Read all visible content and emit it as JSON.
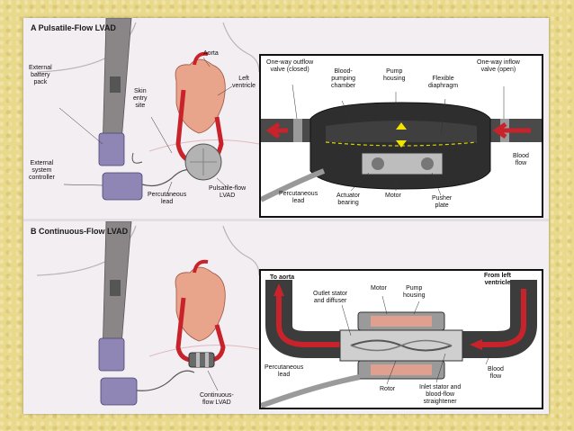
{
  "panel_a": {
    "title": "A Pulsatile-Flow LVAD",
    "labels": {
      "external_battery_pack": "External\nbattery\npack",
      "skin_entry_site": "Skin\nentry\nsite",
      "aorta": "Aorta",
      "left_ventricle": "Left\nventricle",
      "external_system_controller": "External\nsystem\ncontroller",
      "percutaneous_lead": "Percutaneous\nlead",
      "pulsatile_flow_lvad": "Pulsatile-flow\nLVAD"
    },
    "inset": {
      "one_way_outflow_valve": "One-way outflow\nvalve (closed)",
      "blood_pumping_chamber": "Blood-\npumping\nchamber",
      "pump_housing": "Pump\nhousing",
      "flexible_diaphragm": "Flexible\ndiaphragm",
      "one_way_inflow_valve": "One-way inflow\nvalve (open)",
      "blood_flow": "Blood\nflow",
      "percutaneous_lead": "Percutaneous\nlead",
      "actuator_bearing": "Actuator\nbearing",
      "motor": "Motor",
      "pusher_plate": "Pusher\nplate"
    }
  },
  "panel_b": {
    "title": "B Continuous-Flow LVAD",
    "labels": {
      "continuous_flow_lvad": "Continuous-\nflow LVAD"
    },
    "inset": {
      "to_aorta": "To aorta",
      "from_left_ventricle": "From left\nventricle",
      "outlet_stator": "Outlet stator\nand diffuser",
      "motor": "Motor",
      "pump_housing": "Pump\nhousing",
      "percutaneous_lead": "Percutaneous\nlead",
      "rotor": "Rotor",
      "inlet_stator": "Inlet stator and\nblood-flow\nstraightener",
      "blood_flow": "Blood\nflow"
    }
  },
  "colors": {
    "blood_red": "#c8232a",
    "heart": "#e8a58c",
    "metal": "#8a8a8a",
    "dark_metal": "#3a3a3a",
    "device_blue": "#8f86b5"
  }
}
